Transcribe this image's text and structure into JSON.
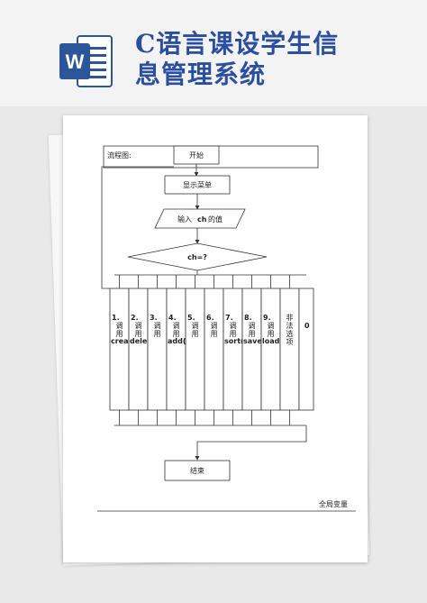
{
  "header": {
    "title_line1": "C语言课设学生信",
    "title_line2": "息管理系统"
  },
  "flowchart": {
    "caption": "流程图:",
    "start": "开始",
    "menu": "显示菜单",
    "input_prefix": "输入",
    "input_var": "ch",
    "input_suffix": "的值",
    "decision": "ch=?",
    "end": "结束",
    "branches": [
      {
        "num": "1.",
        "chars": [
          "调",
          "用"
        ],
        "func": "creat()"
      },
      {
        "num": "2.",
        "chars": [
          "调",
          "用"
        ],
        "func": "dele()"
      },
      {
        "num": "3.",
        "chars": [
          "调",
          "用"
        ],
        "func": ""
      },
      {
        "num": "4.",
        "chars": [
          "调",
          "用"
        ],
        "func": "add()"
      },
      {
        "num": "5.",
        "chars": [
          "调",
          "用"
        ],
        "func": ""
      },
      {
        "num": "6.",
        "chars": [
          "调",
          "用"
        ],
        "func": ""
      },
      {
        "num": "7.",
        "chars": [
          "调",
          "用"
        ],
        "func": "sort()"
      },
      {
        "num": "8.",
        "chars": [
          "调",
          "用"
        ],
        "func": "save()"
      },
      {
        "num": "9.",
        "chars": [
          "调",
          "用"
        ],
        "func": "load()"
      },
      {
        "num": "",
        "chars": [
          "非",
          "法",
          "选",
          "项"
        ],
        "func": ""
      }
    ],
    "zero_label": "0"
  },
  "footer": {
    "note": "全局变量"
  },
  "colors": {
    "title": "#2b4fa0",
    "word_blue": "#2b579a",
    "line": "#333333"
  }
}
